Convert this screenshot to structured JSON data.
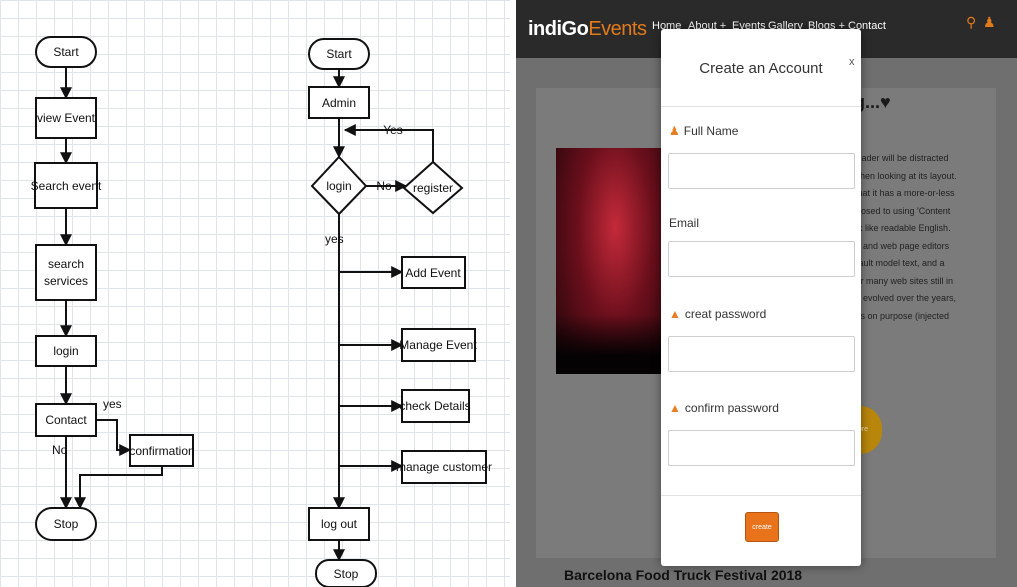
{
  "flowchart_user": {
    "start": "Start",
    "view_event": "view Event",
    "search_event": "Search event",
    "search_services": [
      "search",
      "services"
    ],
    "login": "login",
    "contact": "Contact",
    "yes": "yes",
    "no": "No",
    "confirmation": "confirmation",
    "stop": "Stop"
  },
  "flowchart_admin": {
    "start": "Start",
    "admin": "Admin",
    "yes_loop": "Yes",
    "login": "login",
    "no": "No",
    "register": "register",
    "yes": "yes",
    "add_event": "Add Event",
    "manage_event": "Manage Event",
    "check_details": "check Details",
    "manage_customer": "manage customer",
    "log_out": "log out",
    "stop": "Stop"
  },
  "website": {
    "brand_part1": "indiGo",
    "brand_part2": "Events",
    "nav_items": [
      "Home",
      "About +",
      "Events",
      "Gallery",
      "Blogs +",
      "Contact"
    ],
    "search_icon": "search-icon",
    "user_icon": "user-icon",
    "blog_title": "g...♥",
    "blog_text_lines": [
      "a reader will be distracted",
      "e when looking at its layout.",
      "is that it has a more-or-less",
      "opposed to using 'Content",
      "look like readable English.",
      "ges and web page editors",
      "default model text, and a",
      "over many web sites still in",
      "ave evolved over the years,",
      "imes on purpose (injected"
    ],
    "read_more": "more",
    "bottom_title": "Barcelona Food Truck Festival 2018",
    "accent_color": "#e8731b"
  },
  "modal": {
    "title": "Create an Account",
    "close": "x",
    "full_name_label": "Full Name",
    "email_label": "Email",
    "password_label": "creat password",
    "confirm_label": "confirm password",
    "create_button": "create"
  }
}
